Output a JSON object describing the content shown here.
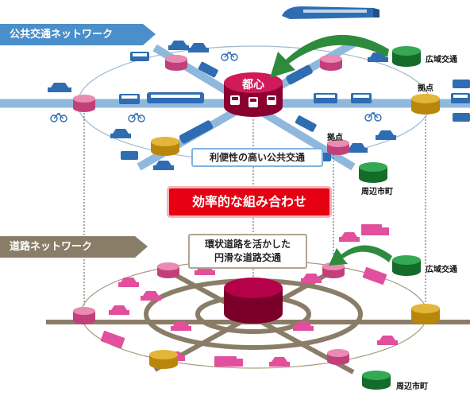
{
  "banners": {
    "transit": "公共交通ネットワーク",
    "road": "道路ネットワーク"
  },
  "hub": {
    "label": "都心"
  },
  "callouts": {
    "transit": "利便性の高い公共交通",
    "efficiency": "効率的な組み合わせ",
    "road_line1": "環状道路を活かした",
    "road_line2": "円滑な道路交通"
  },
  "labels": {
    "regional_top": "広域交通",
    "base_right": "拠点",
    "base_center": "拠点",
    "surrounding_top": "周辺市町",
    "regional_bottom": "広域交通",
    "surrounding_bottom": "周辺市町"
  },
  "colors": {
    "transit_banner": "#4a8fc9",
    "road_banner": "#8a7d68",
    "hub": "#b0003a",
    "node_pink": "#d9588f",
    "node_gold": "#d4a017",
    "node_green": "#1f8a3a",
    "road_line": "#8a7d68",
    "transit_line": "#6aa6d8",
    "accent_red": "#e50012",
    "vehicle_blue": "#2f6db3",
    "vehicle_pink": "#e24f9c"
  },
  "icons": [
    "bullet-train-icon",
    "bus-icon",
    "tram-icon",
    "taxi-icon",
    "bicycle-icon",
    "car-icon",
    "truck-icon"
  ]
}
